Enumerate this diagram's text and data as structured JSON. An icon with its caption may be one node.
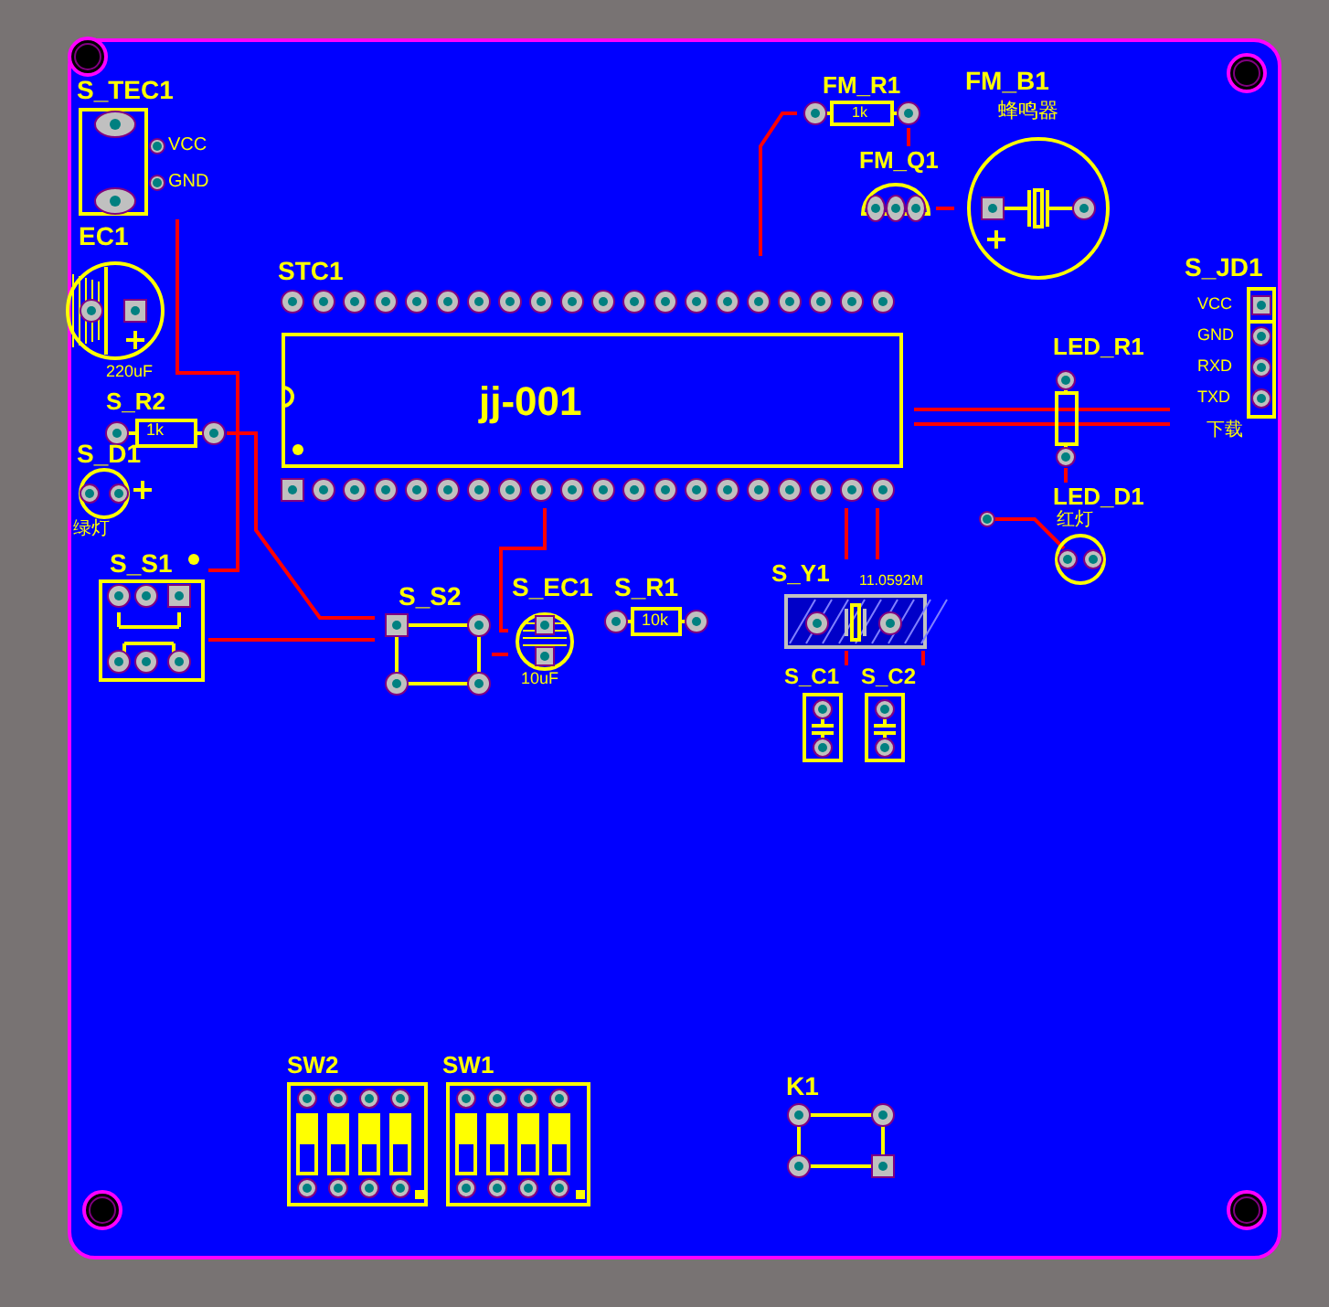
{
  "diagram": {
    "nodes": [
      {
        "text": [
          "S_TEC1",
          "VCC",
          "GND"
        ]
      },
      {
        "text": [
          "EC1",
          "220uF"
        ]
      },
      {
        "text": [
          "STC1",
          "jj-001"
        ]
      },
      {
        "text": [
          "S_R2",
          "1k"
        ]
      },
      {
        "text": [
          "S_D1",
          "绿灯"
        ]
      },
      {
        "text": [
          "S_S1"
        ]
      },
      {
        "text": [
          "S_S2"
        ]
      },
      {
        "text": [
          "S_EC1",
          "10uF"
        ]
      },
      {
        "text": [
          "S_R1",
          "10k"
        ]
      },
      {
        "text": [
          "S_Y1",
          "11.0592M"
        ]
      },
      {
        "text": [
          "S_C1"
        ]
      },
      {
        "text": [
          "S_C2"
        ]
      },
      {
        "text": [
          "FM_R1",
          "1k"
        ]
      },
      {
        "text": [
          "FM_Q1"
        ]
      },
      {
        "text": [
          "FM_B1",
          "蜂鸣器"
        ]
      },
      {
        "text": [
          "S_JD1",
          "VCC",
          "GND",
          "RXD",
          "TXD",
          "下载"
        ]
      },
      {
        "text": [
          "LED_R1"
        ]
      },
      {
        "text": [
          "LED_D1",
          "红灯"
        ]
      },
      {
        "text": [
          "SW2"
        ]
      },
      {
        "text": [
          "SW1"
        ]
      },
      {
        "text": [
          "K1"
        ]
      }
    ],
    "edges": [
      {
        "from": 0,
        "to": 5,
        "arrow": "none"
      },
      {
        "from": 3,
        "to": 6,
        "arrow": "none"
      },
      {
        "from": 5,
        "to": 6,
        "arrow": "none"
      },
      {
        "from": 6,
        "to": 7,
        "arrow": "none"
      },
      {
        "from": 2,
        "to": 7,
        "arrow": "none"
      },
      {
        "from": 2,
        "to": 9,
        "arrow": "none"
      },
      {
        "from": 2,
        "to": 9,
        "arrow": "none"
      },
      {
        "from": 9,
        "to": 10,
        "arrow": "none"
      },
      {
        "from": 9,
        "to": 11,
        "arrow": "none"
      },
      {
        "from": 12,
        "to": 2,
        "arrow": "none"
      },
      {
        "from": 12,
        "to": 13,
        "arrow": "none"
      },
      {
        "from": 13,
        "to": 14,
        "arrow": "none"
      },
      {
        "from": 2,
        "to": 15,
        "arrow": "none"
      },
      {
        "from": 2,
        "to": 15,
        "arrow": "none"
      },
      {
        "from": 16,
        "to": 17,
        "arrow": "none"
      }
    ]
  }
}
